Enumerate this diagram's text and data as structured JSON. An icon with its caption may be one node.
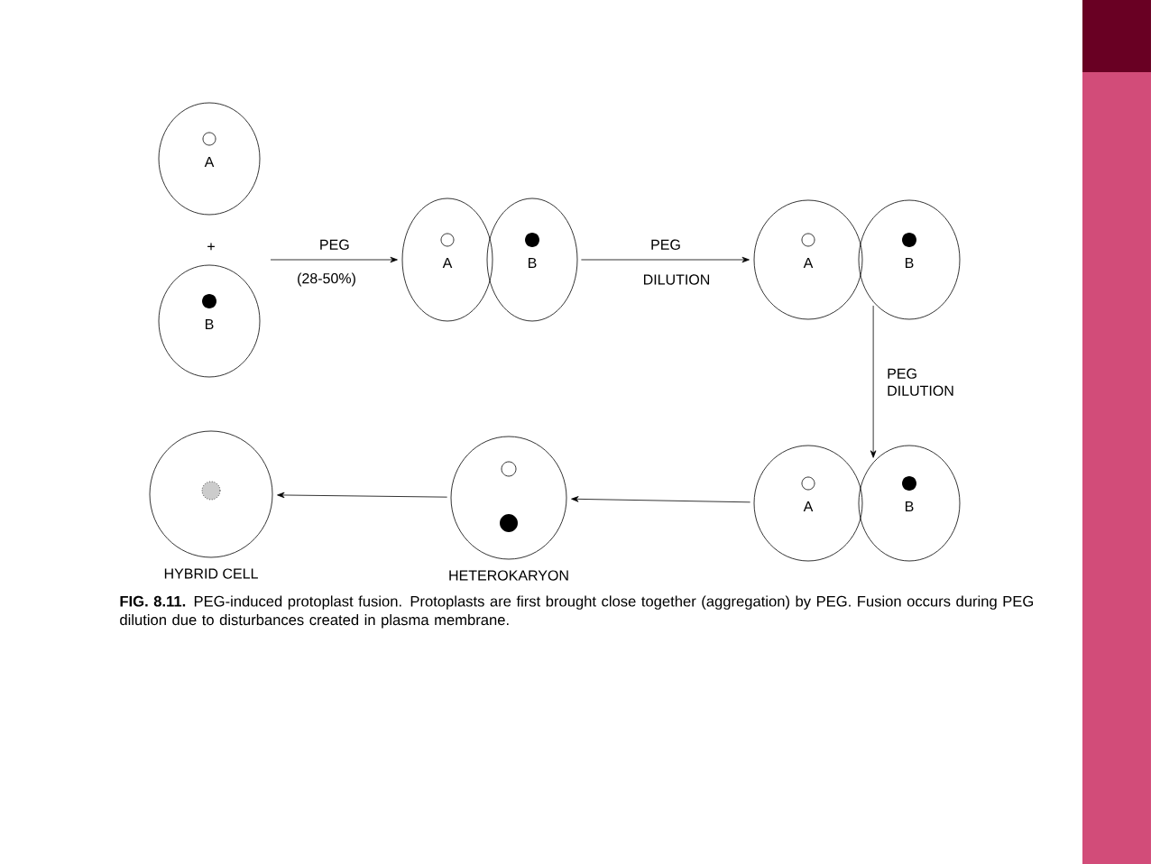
{
  "diagram": {
    "caption": "**FIG. 8.11.** PEG-induced protoplast fusion. Protoplasts are first brought close together (aggregation) by PEG. Fusion occurs during PEG dilution due to disturbances created in plasma membrane.",
    "nodes": [
      {
        "text": [
          "A"
        ]
      },
      {
        "text": [
          "B"
        ]
      },
      {
        "text": [
          "A"
        ]
      },
      {
        "text": [
          "B"
        ]
      },
      {
        "text": [
          "A"
        ]
      },
      {
        "text": [
          "B"
        ]
      },
      {
        "text": [
          "A"
        ]
      },
      {
        "text": [
          "B"
        ]
      },
      {
        "text": [],
        "shape": "circle",
        "beside": [
          "HETEROKARYON"
        ]
      },
      {
        "text": [],
        "shape": "circle",
        "beside": [
          "HYBRID CELL"
        ]
      }
    ],
    "edges": [
      {
        "from": null,
        "to": 2,
        "arrow": "to",
        "label": "PEG"
      },
      {
        "from": 3,
        "to": 4,
        "arrow": "to",
        "label": "PEG"
      },
      {
        "from": 5,
        "to": 7,
        "arrow": "to",
        "label": "PEG DILUTION"
      },
      {
        "from": 6,
        "to": 8,
        "arrow": "to"
      },
      {
        "from": 8,
        "to": 9,
        "arrow": "to"
      }
    ],
    "labels": [
      "+",
      "(28-50%)",
      "DILUTION"
    ]
  }
}
